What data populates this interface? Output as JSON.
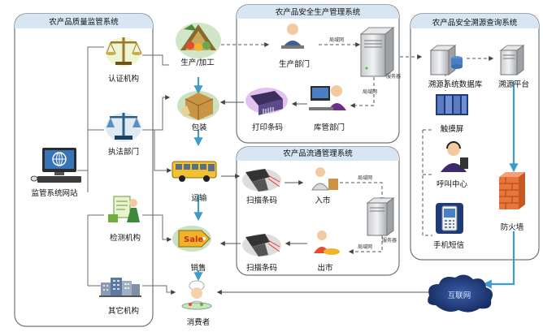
{
  "panels": {
    "supervision": "农产品质量监管系统",
    "production": "农产品安全生产管理系统",
    "circulation": "农产品流通管理系统",
    "traceability": "农产品安全溯源查询系统"
  },
  "left_nodes": {
    "cert": "认证机构",
    "law": "执法部门",
    "monitor": "监管系统网站",
    "testing": "检测机构",
    "other": "其它机构"
  },
  "chain": {
    "production": "生产/加工",
    "packaging": "包装",
    "transport": "运输",
    "sales": "销售",
    "consumer": "消费者"
  },
  "production_sys": {
    "dept": "生产部门",
    "lan1": "局域网",
    "lan2": "局域网",
    "server": "服务器",
    "print": "打印条码",
    "warehouse": "库管部门"
  },
  "circulation_sys": {
    "scan1": "扫描条码",
    "in_market": "入市",
    "scan2": "扫描条码",
    "out_market": "出市",
    "lan1": "局域网",
    "lan2": "局域网",
    "server": "服务器"
  },
  "trace_sys": {
    "db": "溯源系统数据库",
    "platform": "溯源平台",
    "touch": "触摸屏",
    "call": "呼叫中心",
    "sms": "手机短信",
    "firewall": "防火墙",
    "internet": "互联网"
  },
  "icons": {
    "scales": "scales-icon",
    "justice": "justice-scales-icon",
    "computer": "monitor-computer-icon",
    "inspector": "inspector-icon",
    "buildings": "buildings-icon",
    "farm": "farm-produce-icon",
    "package": "package-box-icon",
    "bus": "transport-bus-icon",
    "sale": "sale-tag-icon",
    "chef": "consumer-chef-icon",
    "server": "server-tower-icon",
    "printer": "barcode-printer-icon",
    "scanner": "barcode-scanner-icon",
    "touchscreen": "touch-screen-kiosk-icon",
    "headset": "call-center-agent-icon",
    "phone": "mobile-phone-icon",
    "firewall": "brick-firewall-icon",
    "cloud": "internet-cloud-icon"
  },
  "colors": {
    "panel_title_bar": "#d7e6f2",
    "flow_arrow": "#3d9cc9",
    "firewall": "#e8753a",
    "cloud": "#1e3a78"
  }
}
